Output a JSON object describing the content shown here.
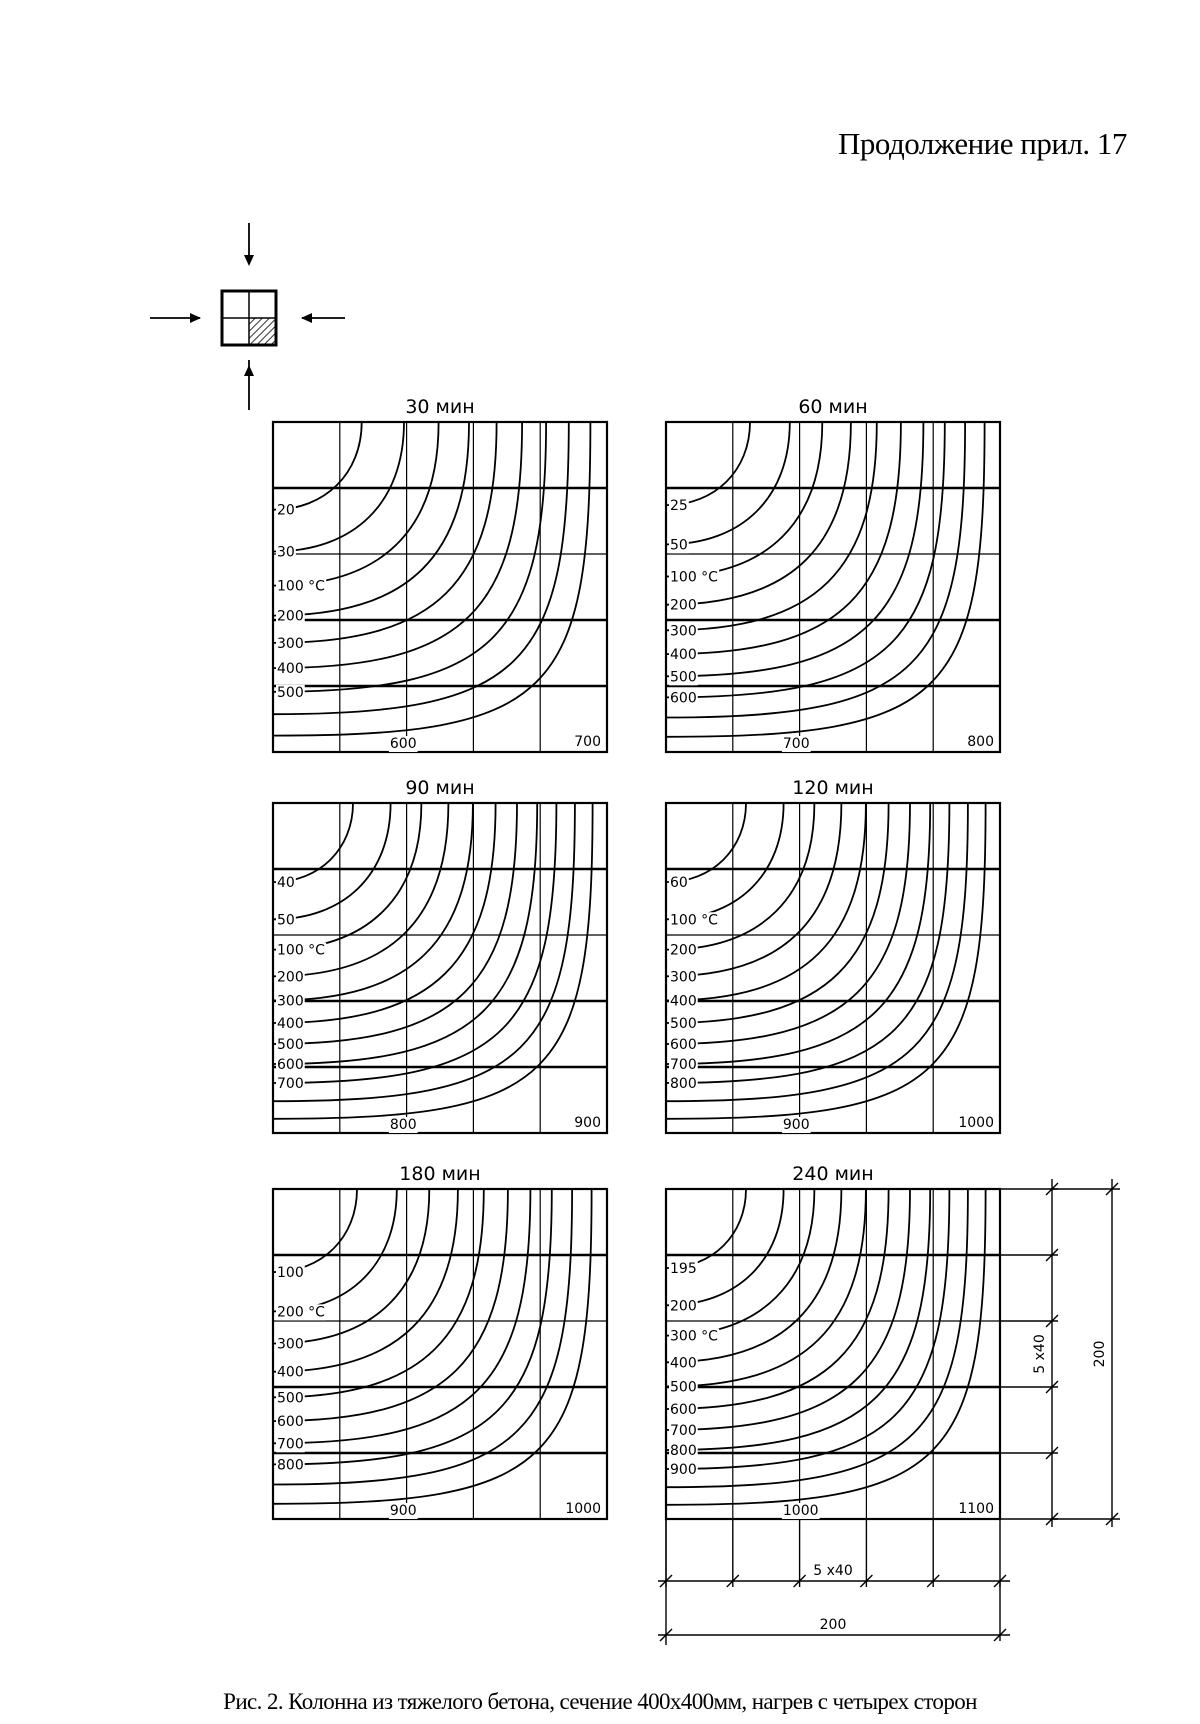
{
  "header": {
    "text": "Продолжение прил. 17"
  },
  "caption": {
    "text": "Рис. 2. Колонна из тяжелого бетона, сечение 400х400мм, нагрев с четырех сторон"
  },
  "panels": [
    {
      "title": "30 мин",
      "labels": [
        "20",
        "30",
        "100 °С",
        "200",
        "300",
        "400",
        "500",
        "600",
        "700"
      ],
      "isotherms": [
        20,
        30,
        100,
        200,
        300,
        400,
        500,
        600,
        700
      ]
    },
    {
      "title": "60 мин",
      "labels": [
        "25",
        "50",
        "100 °С",
        "200",
        "300",
        "400",
        "500",
        "600",
        "700",
        "800"
      ],
      "isotherms": [
        25,
        50,
        100,
        200,
        300,
        400,
        500,
        600,
        700,
        800
      ]
    },
    {
      "title": "90 мин",
      "labels": [
        "40",
        "50",
        "100 °С",
        "200",
        "300",
        "400",
        "500",
        "600",
        "700",
        "800",
        "900"
      ],
      "isotherms": [
        40,
        50,
        100,
        200,
        300,
        400,
        500,
        600,
        700,
        800,
        900
      ]
    },
    {
      "title": "120 мин",
      "labels": [
        "60",
        "100 °С",
        "200",
        "300",
        "400",
        "500",
        "600",
        "700",
        "800",
        "900",
        "1000"
      ],
      "isotherms": [
        60,
        100,
        200,
        300,
        400,
        500,
        600,
        700,
        800,
        900,
        1000
      ]
    },
    {
      "title": "180 мин",
      "labels": [
        "100",
        "200 °С",
        "300",
        "400",
        "500",
        "600",
        "700",
        "800",
        "900",
        "1000"
      ],
      "isotherms": [
        100,
        200,
        300,
        400,
        500,
        600,
        700,
        800,
        900,
        1000
      ]
    },
    {
      "title": "240 мин",
      "labels": [
        "195",
        "200",
        "300 °С",
        "400",
        "500",
        "600",
        "700",
        "800",
        "900",
        "1000",
        "1100"
      ],
      "isotherms": [
        195,
        200,
        300,
        400,
        500,
        600,
        700,
        800,
        900,
        1000,
        1100
      ]
    }
  ],
  "dimensions": {
    "horizontal_step": "5 х40",
    "horizontal_total": "200",
    "vertical_step": "5 х40",
    "vertical_total": "200"
  }
}
